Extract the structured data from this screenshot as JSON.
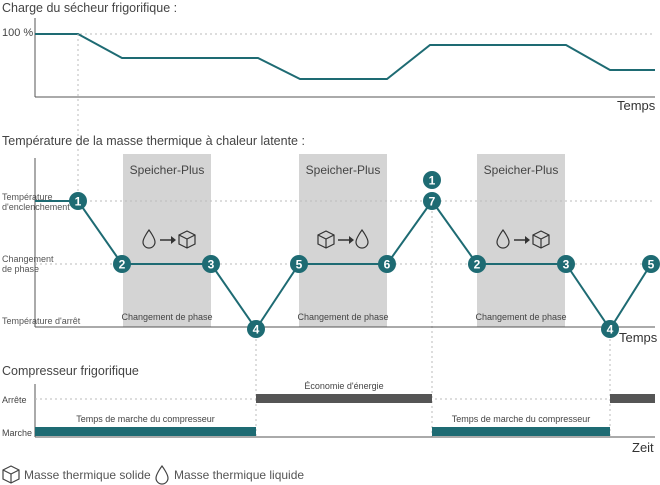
{
  "section1": {
    "title": "Charge du sécheur frigorifique  :",
    "y_label": "100 %",
    "x_label": "Temps"
  },
  "section2": {
    "title": "Température de la masse thermique à chaleur latente :",
    "y_label_top": "Température d'enclenchement",
    "y_label_mid": "Changement de phase",
    "y_label_bottom": "Température d'arrêt",
    "x_label": "Temps",
    "zone_title": "Speicher-Plus",
    "zone_caption": "Changement de phase",
    "nodes": [
      "1",
      "2",
      "3",
      "4",
      "5",
      "6",
      "7",
      "2",
      "3",
      "4",
      "5"
    ]
  },
  "section3": {
    "title": "Compresseur frigorifique",
    "y_label_top": "Arrête",
    "y_label_bottom": "Marche",
    "x_label": "Zeit",
    "saving_label": "Économie d'énergie",
    "run_label": "Temps de marche du compresseur"
  },
  "legend": {
    "solid": "Masse thermique solide",
    "liquid": "Masse thermique liquide"
  },
  "colors": {
    "teal": "#1e6b73",
    "dark_bar": "#555555",
    "zone": "#d4d4d4",
    "axis": "#555555"
  }
}
